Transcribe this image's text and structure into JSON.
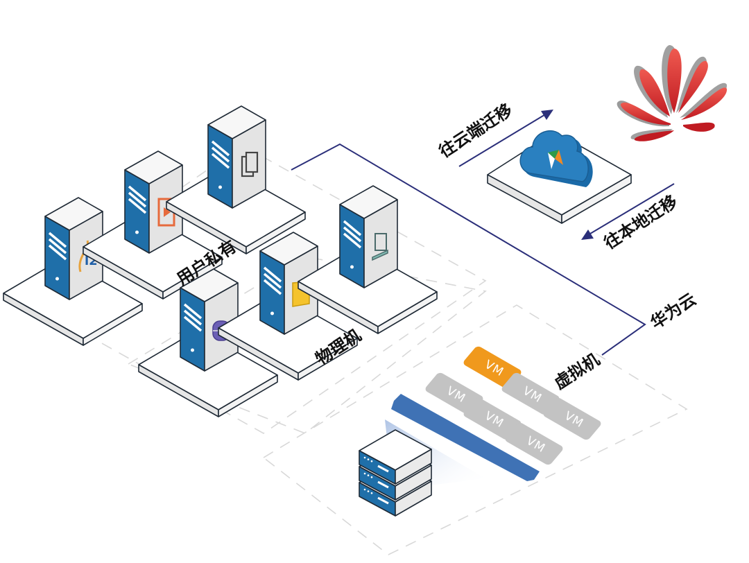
{
  "title": "华为云迁移架构示意图",
  "labels": {
    "private": "用户私有",
    "physical": "物理机",
    "virtual": "虚拟机",
    "huawei_cloud": "华为云",
    "to_cloud": "往云端迁移",
    "to_local": "往本地迁移"
  },
  "private_servers": [
    {
      "id": "db2",
      "icon": "db2-logo-icon",
      "glyph": "l2"
    },
    {
      "id": "video",
      "icon": "video-file-icon",
      "glyph": ""
    },
    {
      "id": "documents",
      "icon": "documents-icon",
      "glyph": ""
    }
  ],
  "physical_servers": [
    {
      "id": "database",
      "icon": "database-icon"
    },
    {
      "id": "folder",
      "icon": "folder-icon"
    },
    {
      "id": "laptop",
      "icon": "laptop-icon"
    }
  ],
  "vms": [
    {
      "label": "VM",
      "state": "active"
    },
    {
      "label": "VM",
      "state": "idle"
    },
    {
      "label": "VM",
      "state": "idle"
    },
    {
      "label": "VM",
      "state": "idle"
    },
    {
      "label": "VM",
      "state": "idle"
    },
    {
      "label": "VM",
      "state": "idle"
    }
  ],
  "colors": {
    "server_blue": "#1f6fa9",
    "server_gray": "#e4e4e4",
    "vm_active": "#f0991d",
    "vm_idle": "#c3c3c3",
    "hypervisor": "#3f72b5",
    "link": "#2b2f7a",
    "brand_red": "#d7262a"
  }
}
